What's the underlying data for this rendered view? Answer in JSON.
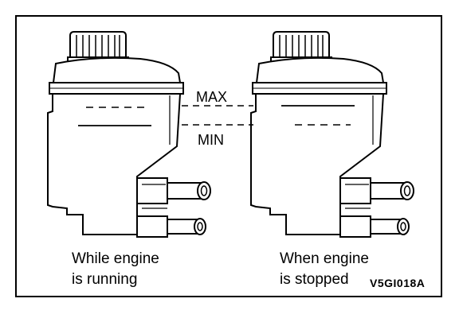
{
  "level_labels": {
    "max": "MAX",
    "min": "MIN"
  },
  "panels": [
    {
      "caption_line1": "While engine",
      "caption_line2": "is running"
    },
    {
      "caption_line1": "When engine",
      "caption_line2": "is stopped"
    }
  ],
  "figure_code": "V5GI018A",
  "colors": {
    "ink": "#000000",
    "background": "#ffffff"
  }
}
